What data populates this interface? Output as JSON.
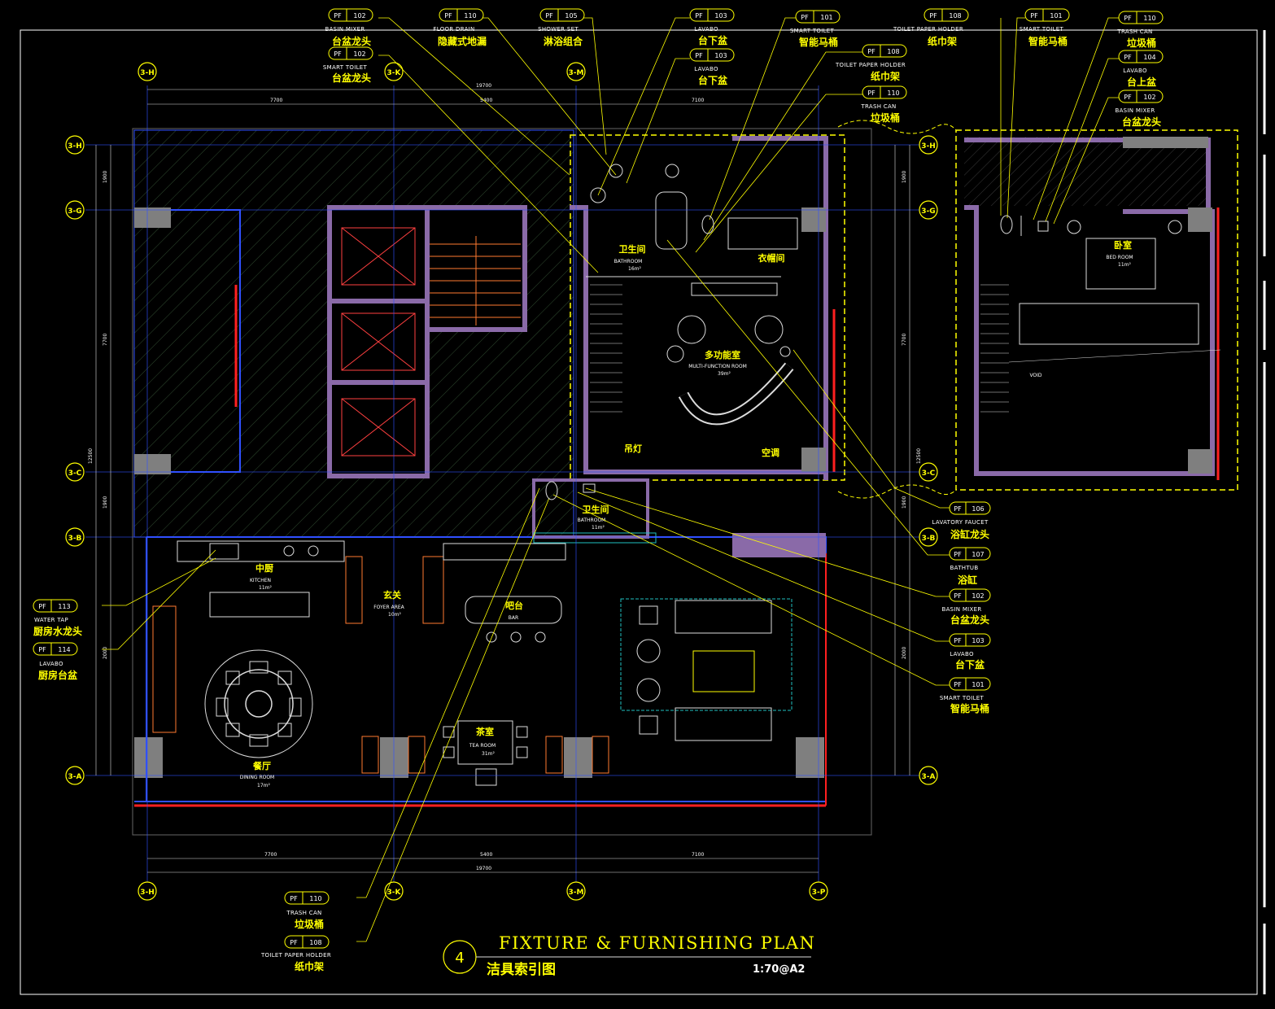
{
  "title": {
    "number": "4",
    "english": "FIXTURE & FURNISHING PLAN",
    "chinese": "洁具索引图",
    "scale": "1:70@A2"
  },
  "colors": {
    "background": "#000000",
    "frame": "#ffffff",
    "wall_fill": "#8a6aa8",
    "column_fill": "#7f7f7f",
    "grid_line": "#3050ff",
    "leader": "#ffff00",
    "tag_outline": "#ffff00",
    "text_cn": "#ffff00",
    "text_en": "#ffffff",
    "glazing": "#ff2020",
    "dashed_zone": "#ffff00"
  },
  "grid_axes": {
    "columns": [
      "3-H",
      "3-K",
      "3-M",
      "3-P"
    ],
    "rows": [
      "3-H",
      "3-G",
      "3-C",
      "3-B",
      "3-A"
    ],
    "mezz_rows": [
      "3-H",
      "3-G",
      "3-C",
      "3-B",
      "3-A"
    ]
  },
  "dimensions": {
    "top_segments": [
      "7700",
      "5400",
      "7100"
    ],
    "top_total": "19700",
    "bottom_segments": [
      "7700",
      "5400",
      "7100"
    ],
    "bottom_total": "19700",
    "left": [
      "1900",
      "7700",
      "1900",
      "12500",
      "2000"
    ],
    "right": [
      "1900",
      "7700",
      "1900",
      "12500",
      "2000"
    ]
  },
  "rooms": [
    {
      "cn": "卫生间",
      "en": "BATHROOM",
      "area": "16m²"
    },
    {
      "cn": "衣帽间",
      "en": "",
      "area": ""
    },
    {
      "cn": "多功能室",
      "en": "MULTI-FUNCTION ROOM",
      "area": "39m²"
    },
    {
      "cn": "吊灯",
      "en": "",
      "area": ""
    },
    {
      "cn": "空调",
      "en": "",
      "area": ""
    },
    {
      "cn": "卫生间",
      "en": "BATHROOM",
      "area": "11m²"
    },
    {
      "cn": "中厨",
      "en": "KITCHEN",
      "area": "11m²"
    },
    {
      "cn": "玄关",
      "en": "FOYER AREA",
      "area": "10m²"
    },
    {
      "cn": "吧台",
      "en": "BAR",
      "area": ""
    },
    {
      "cn": "餐厅",
      "en": "DINING ROOM",
      "area": "17m²"
    },
    {
      "cn": "茶室",
      "en": "TEA ROOM",
      "area": "31m²"
    },
    {
      "cn": "卧室",
      "en": "BED ROOM",
      "area": "11m²"
    },
    {
      "cn": "VOID",
      "en": "",
      "area": ""
    }
  ],
  "tags": [
    {
      "id": "top-1",
      "code": "PF",
      "num": "102",
      "en": "BASIN MIXER",
      "cn": "台盆龙头"
    },
    {
      "id": "top-2",
      "code": "PF",
      "num": "102",
      "en": "SMART TOILET",
      "cn": "台盆龙头"
    },
    {
      "id": "top-3",
      "code": "PF",
      "num": "110",
      "en": "FLOOR DRAIN",
      "cn": "隐藏式地漏"
    },
    {
      "id": "top-4",
      "code": "PF",
      "num": "105",
      "en": "SHOWER SET",
      "cn": "淋浴组合"
    },
    {
      "id": "top-5",
      "code": "PF",
      "num": "103",
      "en": "LAVABO",
      "cn": "台下盆"
    },
    {
      "id": "top-6",
      "code": "PF",
      "num": "103",
      "en": "LAVABO",
      "cn": "台下盆"
    },
    {
      "id": "top-7",
      "code": "PF",
      "num": "101",
      "en": "SMART TOILET",
      "cn": "智能马桶"
    },
    {
      "id": "top-8",
      "code": "PF",
      "num": "108",
      "en": "TOILET PAPER HOLDER",
      "cn": "纸巾架"
    },
    {
      "id": "top-9",
      "code": "PF",
      "num": "110",
      "en": "TRASH CAN",
      "cn": "垃圾桶"
    },
    {
      "id": "top-10",
      "code": "PF",
      "num": "108",
      "en": "TOILET PAPER HOLDER",
      "cn": "纸巾架"
    },
    {
      "id": "top-11",
      "code": "PF",
      "num": "101",
      "en": "SMART TOILET",
      "cn": "智能马桶"
    },
    {
      "id": "top-12",
      "code": "PF",
      "num": "110",
      "en": "TRASH CAN",
      "cn": "垃圾桶"
    },
    {
      "id": "top-13",
      "code": "PF",
      "num": "104",
      "en": "LAVABO",
      "cn": "台上盆"
    },
    {
      "id": "top-14",
      "code": "PF",
      "num": "102",
      "en": "BASIN MIXER",
      "cn": "台盆龙头"
    },
    {
      "id": "right-1",
      "code": "PF",
      "num": "106",
      "en": "LAVATORY FAUCET",
      "cn": "浴缸龙头"
    },
    {
      "id": "right-2",
      "code": "PF",
      "num": "107",
      "en": "BATHTUB",
      "cn": "浴缸"
    },
    {
      "id": "right-3",
      "code": "PF",
      "num": "102",
      "en": "BASIN MIXER",
      "cn": "台盆龙头"
    },
    {
      "id": "right-4",
      "code": "PF",
      "num": "103",
      "en": "LAVABO",
      "cn": "台下盆"
    },
    {
      "id": "right-5",
      "code": "PF",
      "num": "101",
      "en": "SMART TOILET",
      "cn": "智能马桶"
    },
    {
      "id": "left-1",
      "code": "PF",
      "num": "113",
      "en": "WATER TAP",
      "cn": "厨房水龙头"
    },
    {
      "id": "left-2",
      "code": "PF",
      "num": "114",
      "en": "LAVABO",
      "cn": "厨房台盆"
    },
    {
      "id": "bottom-1",
      "code": "PF",
      "num": "110",
      "en": "TRASH CAN",
      "cn": "垃圾桶"
    },
    {
      "id": "bottom-2",
      "code": "PF",
      "num": "108",
      "en": "TOILET PAPER HOLDER",
      "cn": "纸巾架"
    }
  ]
}
